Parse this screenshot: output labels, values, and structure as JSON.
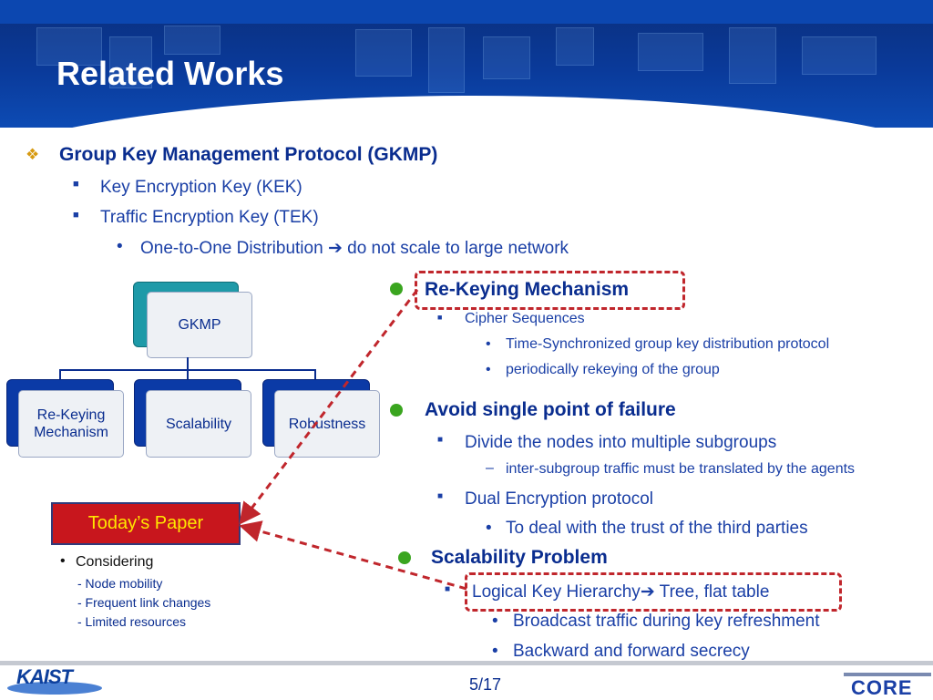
{
  "slide": {
    "title": "Related Works",
    "page_number": "5/17",
    "logo_left": "KAIST",
    "logo_right": "CORE"
  },
  "intro": {
    "heading": "Group Key Management Protocol (GKMP)",
    "item1": "Key Encryption Key (KEK)",
    "item2": "Traffic Encryption Key (TEK)",
    "sub_prefix": "One-to-One Distribution",
    "sub_suffix": "do not scale to large network"
  },
  "diagram": {
    "root": "GKMP",
    "child1_line1": "Re-Keying",
    "child1_line2": "Mechanism",
    "child2": "Scalability",
    "child3": "Robustness"
  },
  "todays_paper": {
    "label": "Today’s Paper",
    "considering": "Considering",
    "points": [
      "- Node mobility",
      "- Frequent link changes",
      "- Limited resources"
    ]
  },
  "rekeying": {
    "heading": "Re-Keying Mechanism",
    "item": "Cipher Sequences",
    "subs": [
      "Time-Synchronized group key distribution protocol",
      "periodically rekeying of  the group"
    ]
  },
  "spof": {
    "heading": "Avoid single point of failure",
    "item1": "Divide the nodes into multiple subgroups",
    "dash_sub": "inter-subgroup traffic must be translated by the agents",
    "item2": "Dual Encryption protocol",
    "item2_sub": "To deal with the trust of the third parties"
  },
  "scalability": {
    "heading": "Scalability Problem",
    "item_prefix": "Logical Key Hierarchy",
    "item_suffix": "Tree, flat table",
    "subs": [
      "Broadcast traffic during key refreshment",
      "Backward and forward secrecy"
    ]
  },
  "colors": {
    "header_blue": "#0a3a9a",
    "text_blue": "#1a3fa6",
    "dark_blue": "#0a2d8f",
    "red": "#c0262c",
    "bullet_green": "#3aa51f",
    "bullet_gold": "#d79a12"
  }
}
